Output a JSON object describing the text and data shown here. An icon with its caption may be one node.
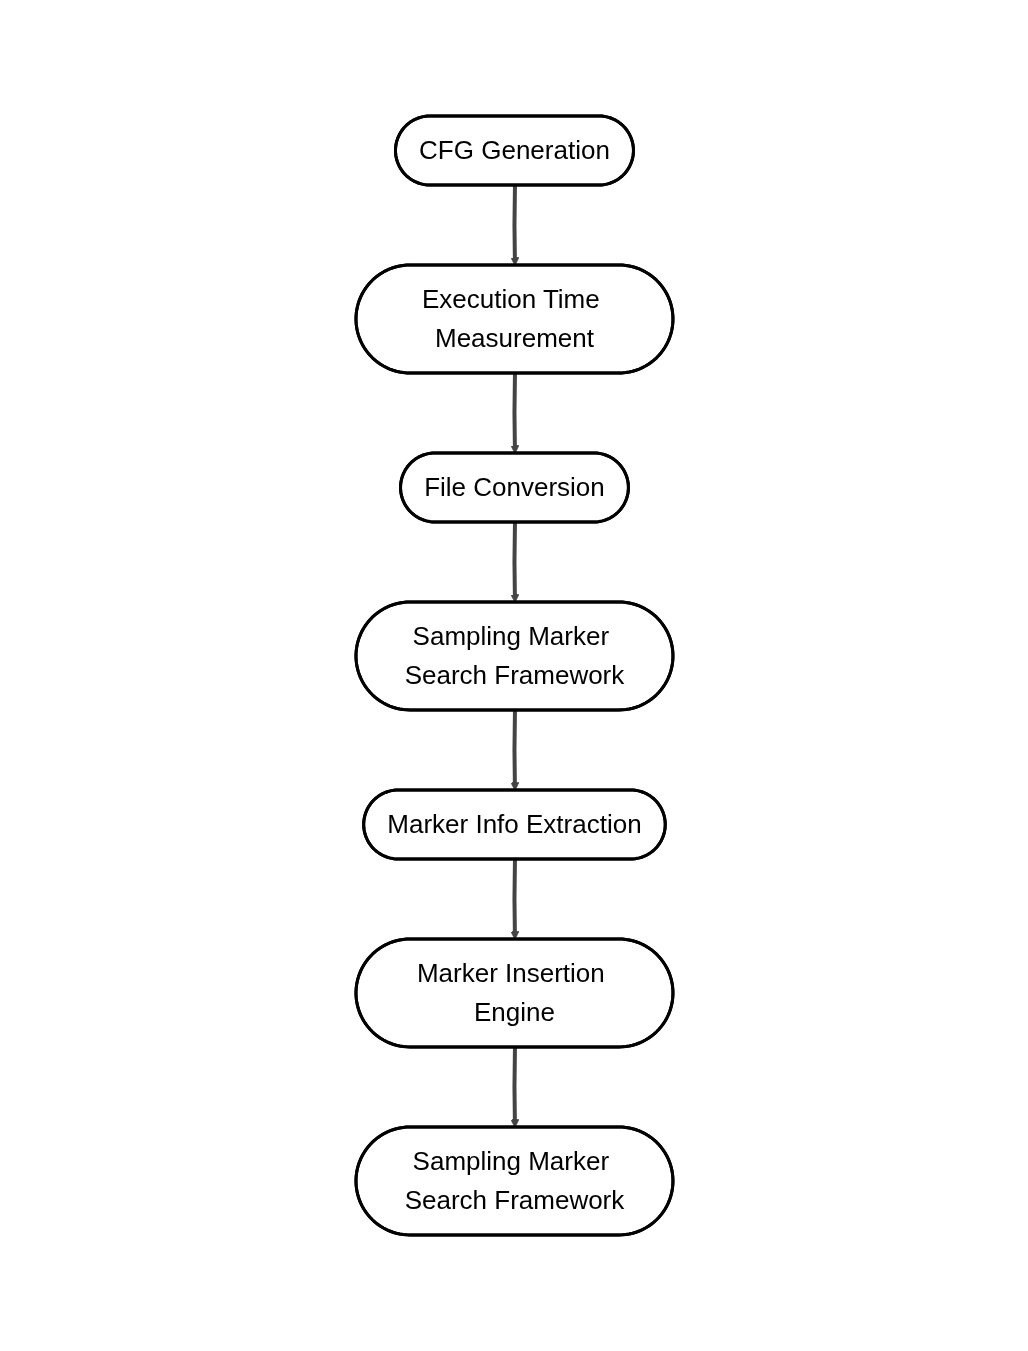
{
  "diagram": {
    "nodes": [
      {
        "text": [
          "CFG Generation"
        ]
      },
      {
        "text": [
          "Execution Time Measurement"
        ]
      },
      {
        "text": [
          "File Conversion"
        ]
      },
      {
        "text": [
          "Sampling Marker Search Framework"
        ]
      },
      {
        "text": [
          "Marker Info Extraction"
        ]
      },
      {
        "text": [
          "Marker Insertion Engine"
        ]
      },
      {
        "text": [
          "Sampling Marker Search Framework"
        ]
      }
    ],
    "edges": [
      {
        "from": 0,
        "to": 1,
        "arrow": "to"
      },
      {
        "from": 1,
        "to": 2,
        "arrow": "to"
      },
      {
        "from": 2,
        "to": 3,
        "arrow": "to"
      },
      {
        "from": 3,
        "to": 4,
        "arrow": "to"
      },
      {
        "from": 4,
        "to": 5,
        "arrow": "to"
      },
      {
        "from": 5,
        "to": 6,
        "arrow": "to"
      }
    ]
  }
}
